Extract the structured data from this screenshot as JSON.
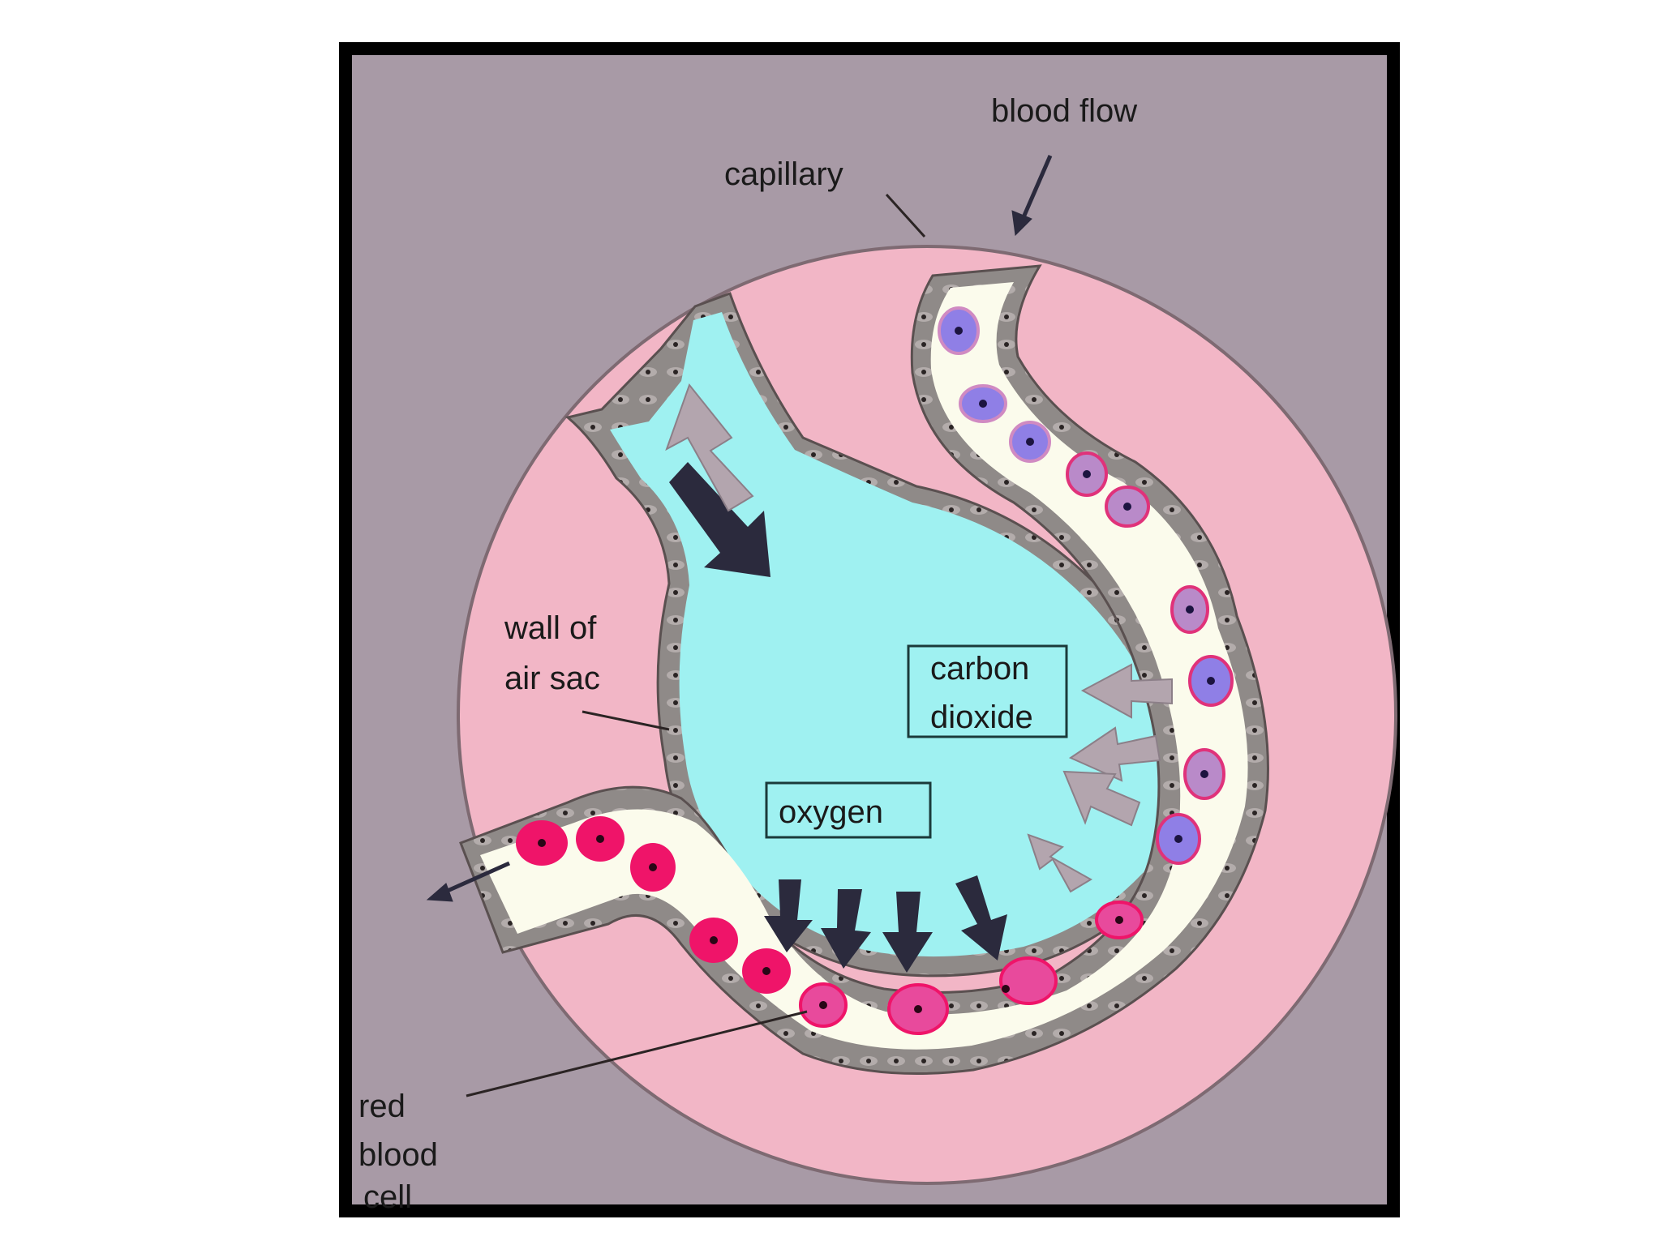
{
  "labels": {
    "blood_flow": "blood flow",
    "capillary": "capillary",
    "wall_line1": "wall of",
    "wall_line2": "air sac",
    "carbon_line1": "carbon",
    "carbon_line2": "dioxide",
    "oxygen": "oxygen",
    "rbc_line1": "red",
    "rbc_line2": "blood",
    "rbc_line3": "cell"
  },
  "colors": {
    "background": "#a89aa6",
    "tissue": "#f2b6c6",
    "air_sac": "#9ff1f1",
    "capillary_fill": "#fbfbec",
    "oxygenated_cell": "#ef1469",
    "deoxygenated_cell": "#8f7fe6",
    "oxygen_arrow": "#2b2a3d",
    "co2_arrow": "#b3a5ae"
  }
}
